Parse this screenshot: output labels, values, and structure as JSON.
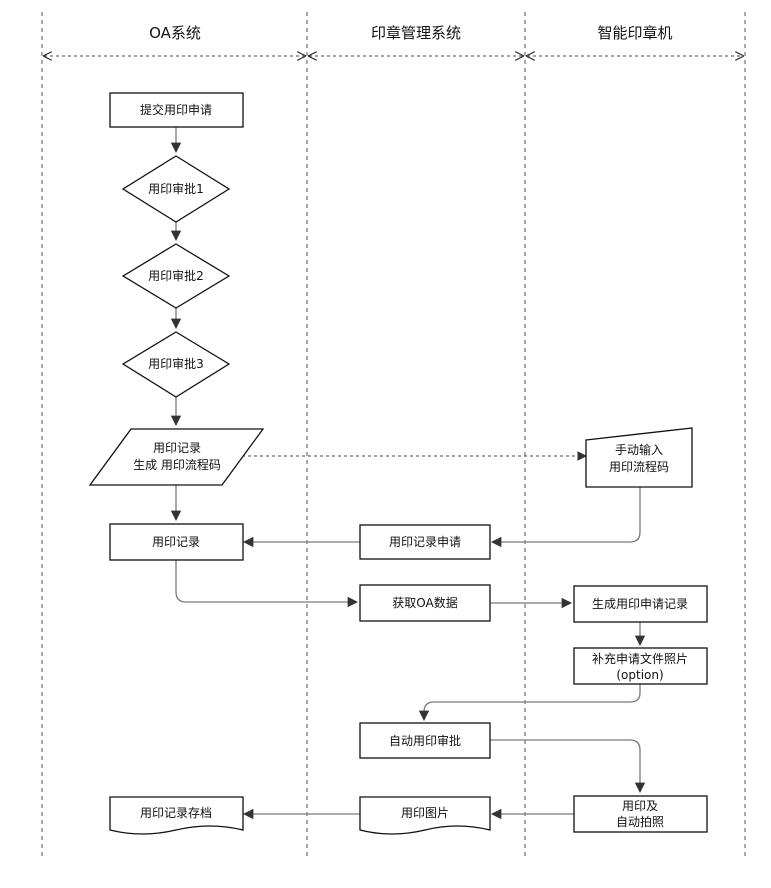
{
  "lanes": [
    {
      "title": "OA系统"
    },
    {
      "title": "印章管理系统"
    },
    {
      "title": "智能印章机"
    }
  ],
  "nodes": {
    "submit": {
      "lines": [
        "提交用印申请"
      ]
    },
    "approve1": {
      "lines": [
        "用印审批1"
      ]
    },
    "approve2": {
      "lines": [
        "用印审批2"
      ]
    },
    "approve3": {
      "lines": [
        "用印审批3"
      ]
    },
    "gen_code": {
      "lines": [
        "用印记录",
        "生成 用印流程码"
      ]
    },
    "manual_input": {
      "lines": [
        "手动输入",
        "用印流程码"
      ]
    },
    "oa_record": {
      "lines": [
        "用印记录"
      ]
    },
    "record_apply": {
      "lines": [
        "用印记录申请"
      ]
    },
    "get_oa": {
      "lines": [
        "获取OA数据"
      ]
    },
    "gen_apply_record": {
      "lines": [
        "生成用印申请记录"
      ]
    },
    "supplement": {
      "lines": [
        "补充申请文件照片",
        "(option)"
      ]
    },
    "auto_approve": {
      "lines": [
        "自动用印审批"
      ]
    },
    "stamp_photo": {
      "lines": [
        "用印及",
        "自动拍照"
      ]
    },
    "stamp_image": {
      "lines": [
        "用印图片"
      ]
    },
    "archive": {
      "lines": [
        "用印记录存档"
      ]
    }
  }
}
